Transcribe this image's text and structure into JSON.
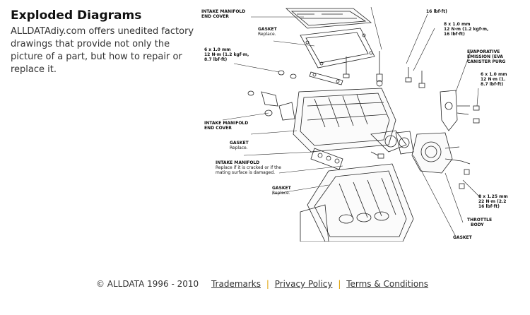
{
  "intro": {
    "title": "Exploded Diagrams",
    "body": "ALLDATAdiy.com offers unedited factory drawings that provide not only the picture of a part, but how to repair or replace it."
  },
  "diagram": {
    "labels": {
      "imec_top_1": "INTAKE MANIFOLD",
      "imec_top_2": "END COVER",
      "gasket_top_1": "GASKET",
      "gasket_top_2": "Replace.",
      "torque_top": "16 lbf·ft)",
      "bolt_r1_1": "8 x 1.0 mm",
      "bolt_r1_2": "12 N·m (1.2 kgf·m,",
      "bolt_r1_3": "16 lbf·ft)",
      "evap_1": "EVAPORATIVE",
      "evap_2": "EMISSION (EVA",
      "evap_3": "CANISTER PURG",
      "bolt_r2_1": "6 x 1.0 mm",
      "bolt_r2_2": "12 N·m (1.",
      "bolt_r2_3": "8.7 lbf·ft)",
      "bolt_l_1": "6 x 1.0 mm",
      "bolt_l_2": "12 N·m (1.2 kgf·m,",
      "bolt_l_3": "8.7 lbf·ft)",
      "imec_mid_1": "INTAKE MANIFOLD",
      "imec_mid_2": "END COVER",
      "gasket_mid_1": "GASKET",
      "gasket_mid_2": "Replace.",
      "im_1": "INTAKE MANIFOLD",
      "im_2": "Replace if it is cracked or if the",
      "im_3": "mating surface is damaged.",
      "gasket_low_1": "GASKET",
      "gasket_low_2": "Replace.",
      "bolt_r3_1": "8 x 1.25 mm",
      "bolt_r3_2": "22 N·m (2.2",
      "bolt_r3_3": "16 lbf·ft)",
      "throttle_1": "THROTTLE",
      "throttle_2": "BODY",
      "gasket_br": "GASKET"
    }
  },
  "footer": {
    "copyright": "© ALLDATA 1996 - 2010",
    "separator": "|",
    "links": {
      "trademarks": "Trademarks",
      "privacy": "Privacy Policy",
      "terms": "Terms & Conditions"
    }
  }
}
